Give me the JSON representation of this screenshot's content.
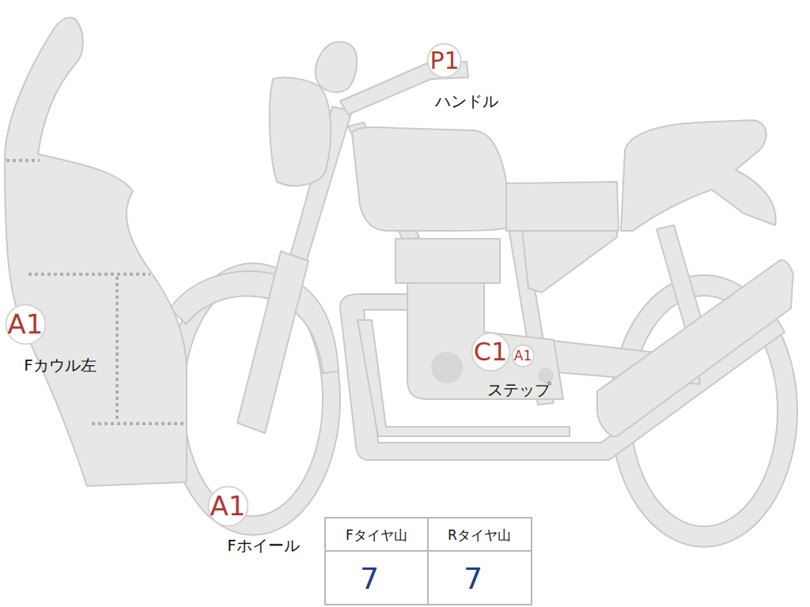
{
  "diagram": {
    "nodes": [
      {
        "text": [
          "P1"
        ]
      },
      {
        "text": [
          "A1"
        ]
      },
      {
        "text": [
          "A1"
        ]
      },
      {
        "text": [
          "C1"
        ]
      },
      {
        "text": [
          "A1"
        ]
      }
    ],
    "labels": [
      "ハンドル",
      "Fカウル左",
      "Fホイール",
      "ステップ",
      "Fタイヤ山",
      "Rタイヤ山",
      "7",
      "7"
    ]
  }
}
